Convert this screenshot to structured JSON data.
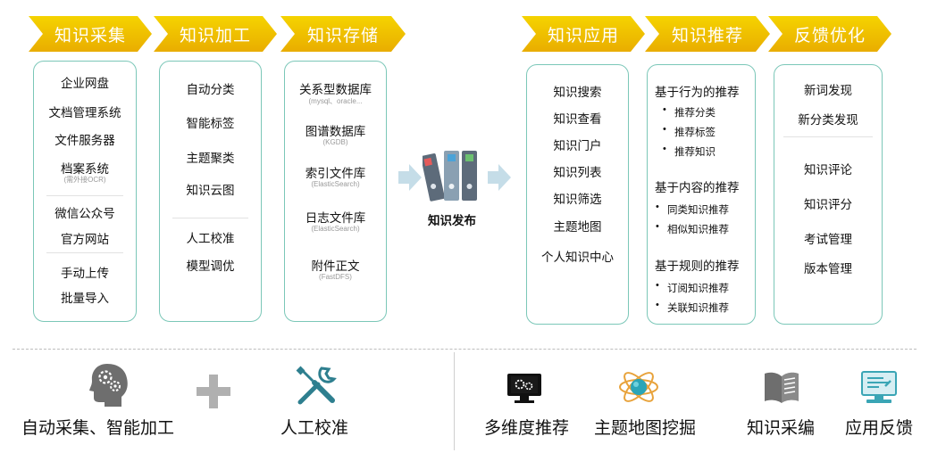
{
  "stages": {
    "collect": "知识采集",
    "process": "知识加工",
    "storage": "知识存储",
    "apply": "知识应用",
    "recommend": "知识推荐",
    "feedback": "反馈优化"
  },
  "collect_box": {
    "items": [
      "企业网盘",
      "文档管理系统",
      "文件服务器",
      "档案系统"
    ],
    "archive_note": "(需外接OCR)",
    "social": [
      "微信公众号",
      "官方网站"
    ],
    "manual": [
      "手动上传",
      "批量导入"
    ]
  },
  "process_box": {
    "auto": [
      "自动分类",
      "智能标签",
      "主题聚类",
      "知识云图"
    ],
    "manual": [
      "人工校准",
      "模型调优"
    ]
  },
  "storage_box": {
    "items": [
      {
        "name": "关系型数据库",
        "note": "(mysql、oracle..."
      },
      {
        "name": "图谱数据库",
        "note": "(KGDB)"
      },
      {
        "name": "索引文件库",
        "note": "(ElasticSearch)"
      },
      {
        "name": "日志文件库",
        "note": "(ElasticSearch)"
      },
      {
        "name": "附件正文",
        "note": "(FastDFS)"
      }
    ]
  },
  "publish_label": "知识发布",
  "apply_box": {
    "items": [
      "知识搜索",
      "知识查看",
      "知识门户",
      "知识列表",
      "知识筛选",
      "主题地图",
      "个人知识中心"
    ]
  },
  "recommend_box": {
    "behavior_title": "基于行为的推荐",
    "behavior_items": [
      "推荐分类",
      "推荐标签",
      "推荐知识"
    ],
    "content_title": "基于内容的推荐",
    "content_items": [
      "同类知识推荐",
      "相似知识推荐"
    ],
    "rule_title": "基于规则的推荐",
    "rule_items": [
      "订阅知识推荐",
      "关联知识推荐"
    ]
  },
  "feedback_box": {
    "top": [
      "新词发现",
      "新分类发现"
    ],
    "bottom": [
      "知识评论",
      "知识评分",
      "考试管理",
      "版本管理"
    ]
  },
  "bottom": {
    "left": [
      {
        "label": "自动采集、智能加工",
        "icon": "brain-gear-icon"
      },
      {
        "label": "人工校准",
        "icon": "wrench-screwdriver-icon"
      }
    ],
    "plus_icon": "plus-icon",
    "right": [
      {
        "label": "多维度推荐",
        "icon": "monitor-gear-icon"
      },
      {
        "label": "主题地图挖掘",
        "icon": "atom-icon"
      },
      {
        "label": "知识采编",
        "icon": "book-icon"
      },
      {
        "label": "应用反馈",
        "icon": "feedback-screen-icon"
      }
    ]
  },
  "colors": {
    "chevron_top": "#f5d300",
    "chevron_bottom": "#e9ad00",
    "box_border": "#7bc7b8",
    "arrow": "#c5dde8",
    "icon_teal": "#3aa5b5"
  }
}
